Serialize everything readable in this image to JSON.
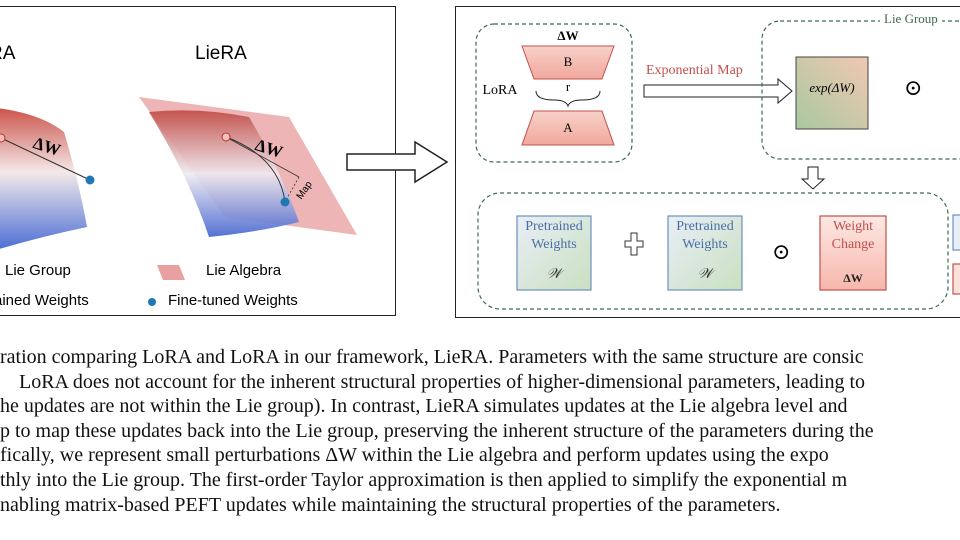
{
  "left_panel": {
    "lora_title": "RA",
    "liera_title": "LieRA",
    "delta_w_left": "ΔW",
    "delta_w_right": "ΔW",
    "map_label": "Map",
    "legend": {
      "lie_group": "Lie Group",
      "lie_algebra": "Lie Algebra",
      "pretrained_weights": "rained Weights",
      "finetuned_weights": "Fine-tuned Weights"
    }
  },
  "right_panel": {
    "lora_group": {
      "label": "LoRA",
      "delta_w": "ΔW",
      "b_label": "B",
      "a_label": "A",
      "rank_label": "r"
    },
    "exponential_map_label": "Exponential Map",
    "lie_group_label": "Lie Group",
    "exp_box": "exp(ΔW)",
    "odot": "⊙",
    "bottom": {
      "pretrained_1": {
        "title": "Pretrained Weights",
        "symbol": "𝒲"
      },
      "plus": "+",
      "pretrained_2": {
        "title": "Pretrained Weights",
        "symbol": "𝒲"
      },
      "odot": "⊙",
      "weight_change": {
        "title": "Weight Change",
        "symbol": "ΔW"
      }
    }
  },
  "caption": {
    "lines": [
      "ration comparing LoRA and LoRA in our framework, LieRA. Parameters with the same structure are consic",
      "LoRA does not account for the inherent structural properties of higher-dimensional parameters, leading to",
      "he updates are not within the Lie group). In contrast, LieRA simulates updates at the Lie algebra level and",
      "p to map these updates back into the Lie group, preserving the inherent structure of the parameters during the",
      "fically, we represent small perturbations ΔW within the Lie algebra and perform updates using the expo",
      "thly into the Lie group. The first-order Taylor approximation is then applied to simplify the exponential m",
      "nabling matrix-based PEFT updates while maintaining the structural properties of the parameters."
    ]
  },
  "colors": {
    "blue_surface": "#4a6fd0",
    "red_surface": "#c94a4a",
    "lie_algebra_plane": "#e79a9a",
    "dot_blue": "#1f77b4",
    "dashed_green": "#3b6b4e",
    "exp_map_text": "#c0504d",
    "box_blue_border": "#6d8fbf",
    "box_red_border": "#c0504d"
  }
}
